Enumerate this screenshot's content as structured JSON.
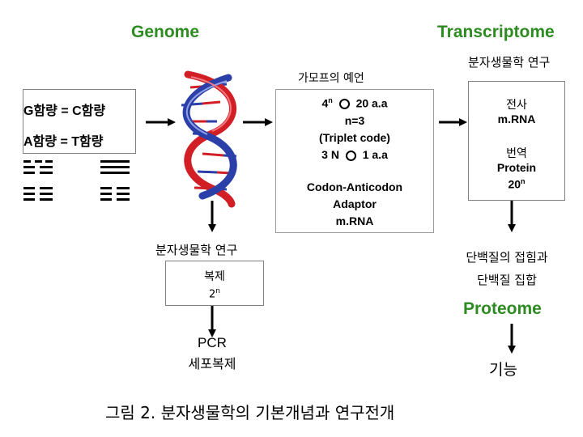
{
  "headers": {
    "genome": "Genome",
    "transcriptome": "Transcriptome",
    "proteome": "Proteome"
  },
  "genome_box": {
    "line1": "G함량 = C함량",
    "line2": "A함량 = T함량"
  },
  "prediction_box": {
    "title": "가모프의 예언",
    "line1_base": "4",
    "line1_sup": "n",
    "line1_rest": "20 a.a",
    "line2": "n=3",
    "line3": "(Triplet code)",
    "line4_left": "3 N",
    "line4_right": "1 a.a",
    "line5": "Codon-Anticodon",
    "line6": "Adaptor",
    "line7": "m.RNA"
  },
  "transcript_box": {
    "title": "분자생물학 연구",
    "line1": "전사",
    "line2": "m.RNA",
    "line3": "번역",
    "line4": "Protein",
    "line5_base": "20",
    "line5_sup": "n"
  },
  "replication_box": {
    "title": "분자생물학 연구",
    "line1": "복제",
    "line2_base": "2",
    "line2_sup": "n"
  },
  "pcr": {
    "line1": "PCR",
    "line2": "세포복제"
  },
  "protein_box": {
    "line1": "단백질의 접힘과",
    "line2": "단백질 집합"
  },
  "function_label": "기능",
  "caption": "그림 2. 분자생물학의 기본개념과 연구전개",
  "colors": {
    "header_green": "#2e8b22",
    "arrow": "#000000",
    "border": "#7f7f7f",
    "dna_red": "#d21f26",
    "dna_blue": "#2b3fa8"
  }
}
